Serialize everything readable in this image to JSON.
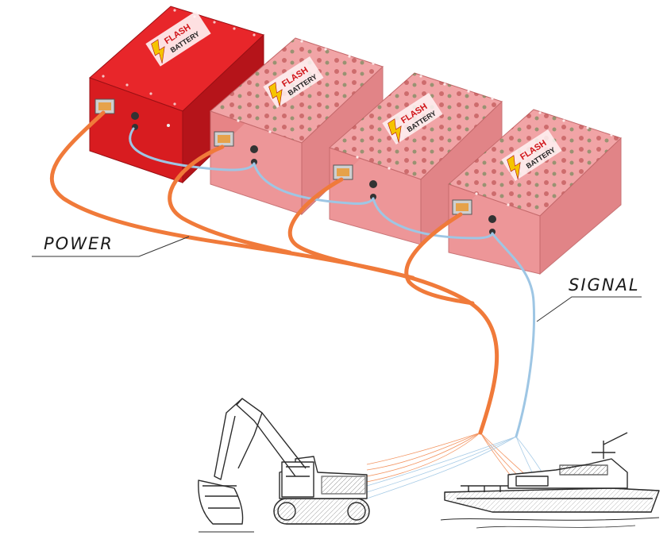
{
  "labels": {
    "power": "POWER",
    "signal": "SIGNAL"
  },
  "batteries": [
    {
      "brand_line1": "FLASH",
      "brand_line2": "BATTERY",
      "style": "solid"
    },
    {
      "brand_line1": "FLASH",
      "brand_line2": "BATTERY",
      "style": "transparent"
    },
    {
      "brand_line1": "FLASH",
      "brand_line2": "BATTERY",
      "style": "transparent"
    },
    {
      "brand_line1": "FLASH",
      "brand_line2": "BATTERY",
      "style": "transparent"
    }
  ],
  "colors": {
    "solid_top": "#e8262a",
    "solid_front": "#d81c20",
    "solid_side": "#b5141a",
    "clear_top": "#f1a4a6",
    "clear_front": "#ec8e90",
    "clear_side": "#df7a7d",
    "power_cable": "#f07a3a",
    "signal_cable": "#9ec6e4",
    "sketch": "#2b2b2b"
  },
  "icons": [
    "excavator-sketch",
    "boat-sketch",
    "connector-icon"
  ]
}
